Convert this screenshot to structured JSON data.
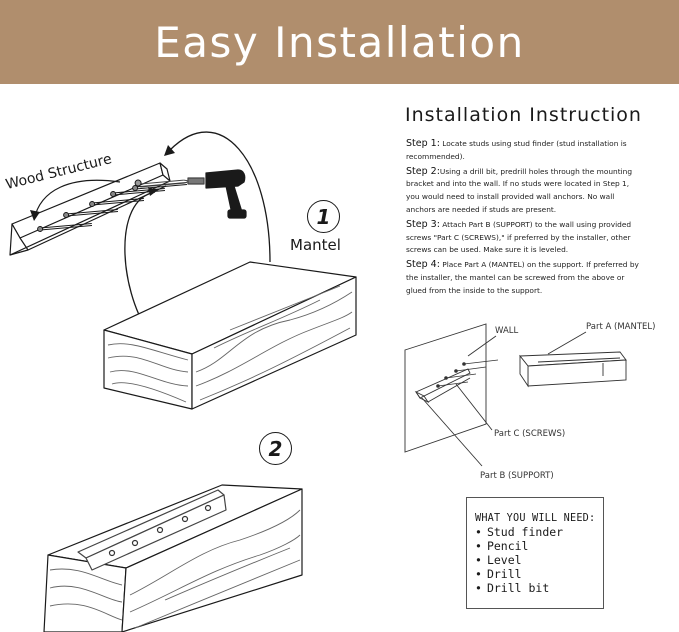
{
  "banner": {
    "title": "Easy Installation",
    "color": "#b08e6d"
  },
  "illustration": {
    "wood_structure_label": "Wood Structure",
    "mantel_label": "Mantel",
    "step_one_badge": "1",
    "step_two_badge": "2"
  },
  "instructions": {
    "title": "Installation Instruction",
    "steps": [
      {
        "label": "Step 1:",
        "text": " Locate studs using stud finder (stud installation is recommended)."
      },
      {
        "label": "Step 2:",
        "text": "Using a drill bit, predrill holes through the mounting bracket and into the wall.  If no studs were located in Step 1, you would need to install provided wall anchors.  No wall anchors are needed if studs are present."
      },
      {
        "label": "Step 3:",
        "text": " Attach Part B (SUPPORT) to the wall using provided screws \"Part C (SCREWS),\" if preferred by the installer, other screws can be used.  Make sure it is leveled."
      },
      {
        "label": "Step 4:",
        "text": " Place Part A (MANTEL) on the support. If preferred by the installer, the mantel can be screwed from the above or glued from the inside to the support."
      }
    ]
  },
  "diagram": {
    "wall_label": "WALL",
    "part_a_label": "Part A (MANTEL)",
    "part_c_label": "Part C (SCREWS)",
    "part_b_label": "Part B (SUPPORT)"
  },
  "needs": {
    "title": "WHAT YOU WILL NEED:",
    "items": [
      "Stud finder",
      "Pencil",
      "Level",
      "Drill",
      "Drill bit"
    ]
  }
}
